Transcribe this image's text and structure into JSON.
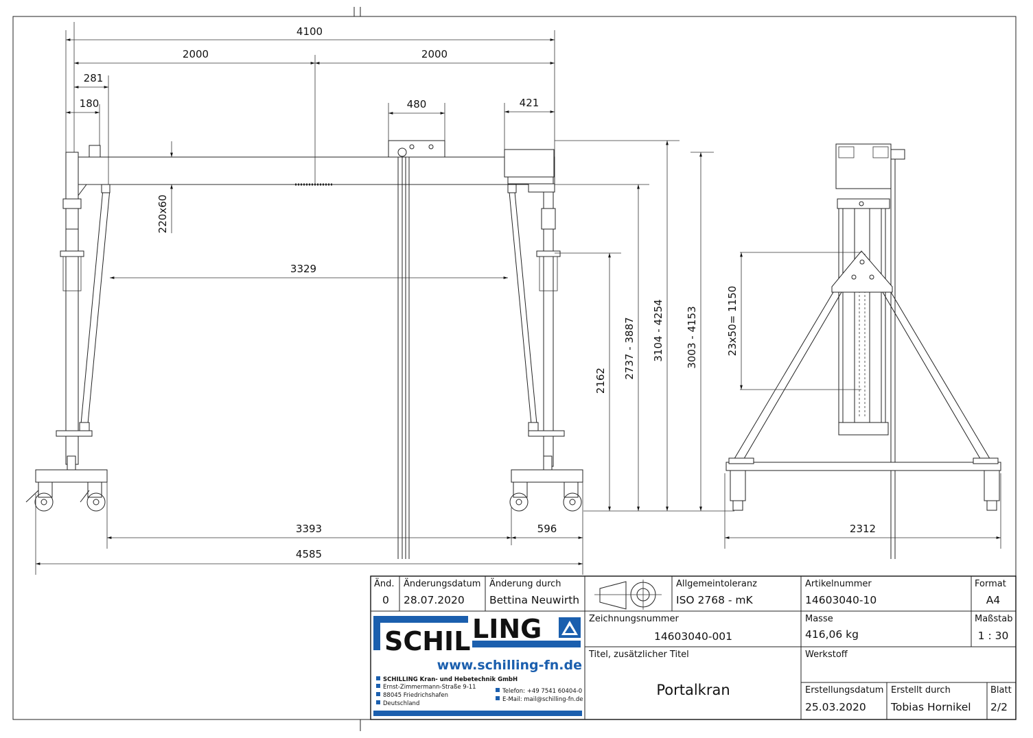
{
  "dimensions": {
    "overall_width": "4100",
    "half_left": "2000",
    "half_right": "2000",
    "d281": "281",
    "d180": "180",
    "trolley_width": "480",
    "right_end": "421",
    "beam_section": "220x60",
    "inner_clearance": "3329",
    "base_span": "3393",
    "base_right": "596",
    "total_base": "4585",
    "h2162": "2162",
    "h_range_1": "2737 - 3887",
    "h_range_2": "3104 - 4254",
    "h_range_3": "3003 - 4153",
    "hole_pattern": "23x50= 1150",
    "side_width": "2312"
  },
  "title_block": {
    "rev_label": "Änd.",
    "rev_value": "0",
    "change_date_label": "Änderungsdatum",
    "change_date_value": "28.07.2020",
    "changed_by_label": "Änderung durch",
    "changed_by_value": "Bettina Neuwirth",
    "tolerance_label": "Allgemeintoleranz",
    "tolerance_value": "ISO 2768 - mK",
    "article_label": "Artikelnummer",
    "article_value": "14603040-10",
    "format_label": "Format",
    "format_value": "A4",
    "drawing_no_label": "Zeichnungsnummer",
    "drawing_no_value": "14603040-001",
    "mass_label": "Masse",
    "mass_value": "416,06 kg",
    "scale_label": "Maßstab",
    "scale_value": "1 : 30",
    "title_label": "Titel, zusätzlicher Titel",
    "title_value": "Portalkran",
    "material_label": "Werkstoff",
    "created_date_label": "Erstellungsdatum",
    "created_date_value": "25.03.2020",
    "created_by_label": "Erstellt durch",
    "created_by_value": "Tobias Hornikel",
    "sheet_label": "Blatt",
    "sheet_value": "2/2"
  },
  "company": {
    "logo_left": "SCHIL",
    "logo_right": "LING",
    "website": "www.schilling-fn.de",
    "name": "SCHILLING Kran- und Hebetechnik GmbH",
    "street": "Ernst-Zimmermann-Straße 9-11",
    "city": "88045 Friedrichshafen",
    "country": "Deutschland",
    "phone": "Telefon: +49 7541 60404-0",
    "email": "E-Mail: mail@schilling-fn.de",
    "brand_color": "#1b5fae"
  }
}
